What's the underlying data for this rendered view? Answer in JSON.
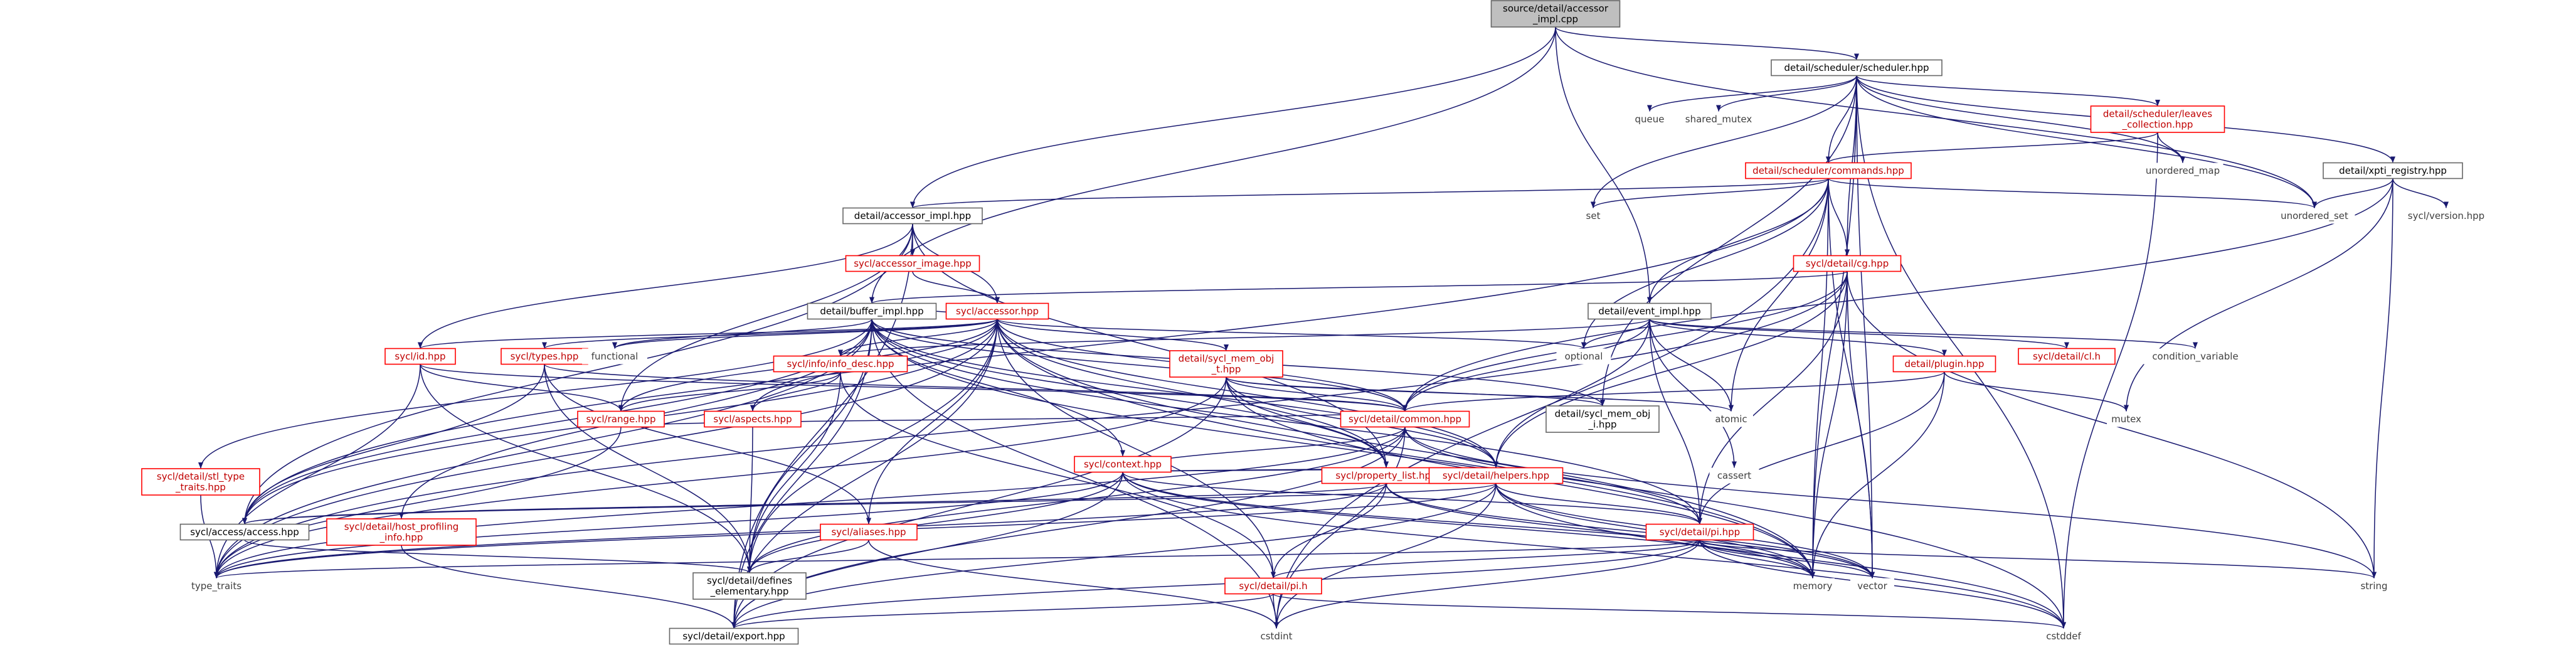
{
  "colors": {
    "edge": "#191970",
    "text_normal": "#000000",
    "text_link": "#000000",
    "text_missing": "#c00000",
    "box_normal": "#666666",
    "box_missing": "#ff0000",
    "root_fill": "#bfbfbf",
    "box_fill": "#ffffff"
  },
  "nodes": [
    {
      "id": "root",
      "lines": [
        "source/detail/accessor",
        "_impl.cpp"
      ],
      "style": "root"
    },
    {
      "id": "sched",
      "lines": [
        "detail/scheduler/scheduler.hpp"
      ],
      "style": "boxed"
    },
    {
      "id": "queue",
      "lines": [
        "queue"
      ],
      "style": "plain"
    },
    {
      "id": "shared_mutex",
      "lines": [
        "shared_mutex"
      ],
      "style": "plain"
    },
    {
      "id": "leaves",
      "lines": [
        "detail/scheduler/leaves",
        "_collection.hpp"
      ],
      "style": "missing"
    },
    {
      "id": "unordered_map",
      "lines": [
        "unordered_map"
      ],
      "style": "plain"
    },
    {
      "id": "commands",
      "lines": [
        "detail/scheduler/commands.hpp"
      ],
      "style": "missing"
    },
    {
      "id": "xpti",
      "lines": [
        "detail/xpti_registry.hpp"
      ],
      "style": "boxed"
    },
    {
      "id": "unordered_set",
      "lines": [
        "unordered_set"
      ],
      "style": "plain"
    },
    {
      "id": "version",
      "lines": [
        "sycl/version.hpp"
      ],
      "style": "plain"
    },
    {
      "id": "set",
      "lines": [
        "set"
      ],
      "style": "plain"
    },
    {
      "id": "acc_impl",
      "lines": [
        "detail/accessor_impl.hpp"
      ],
      "style": "boxed"
    },
    {
      "id": "acc_image",
      "lines": [
        "sycl/accessor_image.hpp"
      ],
      "style": "missing"
    },
    {
      "id": "cg",
      "lines": [
        "sycl/detail/cg.hpp"
      ],
      "style": "missing"
    },
    {
      "id": "accessor",
      "lines": [
        "sycl/accessor.hpp"
      ],
      "style": "missing"
    },
    {
      "id": "buffer_impl",
      "lines": [
        "detail/buffer_impl.hpp"
      ],
      "style": "boxed"
    },
    {
      "id": "event_impl",
      "lines": [
        "detail/event_impl.hpp"
      ],
      "style": "boxed"
    },
    {
      "id": "optional",
      "lines": [
        "optional"
      ],
      "style": "plain"
    },
    {
      "id": "cl_h",
      "lines": [
        "sycl/detail/cl.h"
      ],
      "style": "missing"
    },
    {
      "id": "condvar",
      "lines": [
        "condition_variable"
      ],
      "style": "plain"
    },
    {
      "id": "id_hpp",
      "lines": [
        "sycl/id.hpp"
      ],
      "style": "missing"
    },
    {
      "id": "types_hpp",
      "lines": [
        "sycl/types.hpp"
      ],
      "style": "missing"
    },
    {
      "id": "functional",
      "lines": [
        "functional"
      ],
      "style": "plain"
    },
    {
      "id": "info_desc",
      "lines": [
        "sycl/info/info_desc.hpp"
      ],
      "style": "missing"
    },
    {
      "id": "sycl_mem_obj_t",
      "lines": [
        "detail/sycl_mem_obj",
        "_t.hpp"
      ],
      "style": "missing"
    },
    {
      "id": "plugin",
      "lines": [
        "detail/plugin.hpp"
      ],
      "style": "missing"
    },
    {
      "id": "mutex",
      "lines": [
        "mutex"
      ],
      "style": "plain"
    },
    {
      "id": "atomic",
      "lines": [
        "atomic"
      ],
      "style": "plain"
    },
    {
      "id": "range",
      "lines": [
        "sycl/range.hpp"
      ],
      "style": "missing"
    },
    {
      "id": "aspects",
      "lines": [
        "sycl/aspects.hpp"
      ],
      "style": "missing"
    },
    {
      "id": "common",
      "lines": [
        "sycl/detail/common.hpp"
      ],
      "style": "missing"
    },
    {
      "id": "sycl_mem_obj_i",
      "lines": [
        "detail/sycl_mem_obj",
        "_i.hpp"
      ],
      "style": "boxed"
    },
    {
      "id": "stl_type",
      "lines": [
        "sycl/detail/stl_type",
        "_traits.hpp"
      ],
      "style": "missing"
    },
    {
      "id": "context",
      "lines": [
        "sycl/context.hpp"
      ],
      "style": "missing"
    },
    {
      "id": "prop_list",
      "lines": [
        "sycl/property_list.hpp"
      ],
      "style": "missing"
    },
    {
      "id": "helpers",
      "lines": [
        "sycl/detail/helpers.hpp"
      ],
      "style": "missing"
    },
    {
      "id": "cassert",
      "lines": [
        "cassert"
      ],
      "style": "plain"
    },
    {
      "id": "access",
      "lines": [
        "sycl/access/access.hpp"
      ],
      "style": "boxed"
    },
    {
      "id": "host_prof",
      "lines": [
        "sycl/detail/host_profiling",
        "_info.hpp"
      ],
      "style": "missing"
    },
    {
      "id": "aliases",
      "lines": [
        "sycl/aliases.hpp"
      ],
      "style": "missing"
    },
    {
      "id": "pi_hpp",
      "lines": [
        "sycl/detail/pi.hpp"
      ],
      "style": "missing"
    },
    {
      "id": "type_traits",
      "lines": [
        "type_traits"
      ],
      "style": "plain"
    },
    {
      "id": "defines",
      "lines": [
        "sycl/detail/defines",
        "_elementary.hpp"
      ],
      "style": "boxed"
    },
    {
      "id": "pi_h",
      "lines": [
        "sycl/detail/pi.h"
      ],
      "style": "missing"
    },
    {
      "id": "memory",
      "lines": [
        "memory"
      ],
      "style": "plain"
    },
    {
      "id": "vector",
      "lines": [
        "vector"
      ],
      "style": "plain"
    },
    {
      "id": "string",
      "lines": [
        "string"
      ],
      "style": "plain"
    },
    {
      "id": "export",
      "lines": [
        "sycl/detail/export.hpp"
      ],
      "style": "boxed"
    },
    {
      "id": "cstdint",
      "lines": [
        "cstdint"
      ],
      "style": "plain"
    },
    {
      "id": "cstddef",
      "lines": [
        "cstddef"
      ],
      "style": "plain"
    }
  ],
  "edges": [
    [
      "root",
      "sched"
    ],
    [
      "root",
      "acc_impl"
    ],
    [
      "root",
      "buffer_impl"
    ],
    [
      "root",
      "event_impl"
    ],
    [
      "root",
      "unordered_set"
    ],
    [
      "sched",
      "queue"
    ],
    [
      "sched",
      "shared_mutex"
    ],
    [
      "sched",
      "leaves"
    ],
    [
      "sched",
      "unordered_map"
    ],
    [
      "sched",
      "commands"
    ],
    [
      "sched",
      "xpti"
    ],
    [
      "sched",
      "unordered_set"
    ],
    [
      "sched",
      "set"
    ],
    [
      "sched",
      "cg"
    ],
    [
      "sched",
      "memory"
    ],
    [
      "sched",
      "vector"
    ],
    [
      "sched",
      "cstddef"
    ],
    [
      "sched",
      "sycl_mem_obj_i"
    ],
    [
      "leaves",
      "commands"
    ],
    [
      "leaves",
      "unordered_map"
    ],
    [
      "leaves",
      "cstddef"
    ],
    [
      "xpti",
      "unordered_set"
    ],
    [
      "xpti",
      "version"
    ],
    [
      "xpti",
      "mutex"
    ],
    [
      "xpti",
      "string"
    ],
    [
      "xpti",
      "common"
    ],
    [
      "commands",
      "acc_impl"
    ],
    [
      "commands",
      "set"
    ],
    [
      "commands",
      "unordered_set"
    ],
    [
      "commands",
      "cg"
    ],
    [
      "commands",
      "event_impl"
    ],
    [
      "commands",
      "optional"
    ],
    [
      "commands",
      "atomic"
    ],
    [
      "commands",
      "access"
    ],
    [
      "commands",
      "memory"
    ],
    [
      "commands",
      "vector"
    ],
    [
      "commands",
      "cstdint"
    ],
    [
      "acc_impl",
      "acc_image"
    ],
    [
      "acc_impl",
      "accessor"
    ],
    [
      "acc_impl",
      "id_hpp"
    ],
    [
      "acc_impl",
      "range"
    ],
    [
      "acc_impl",
      "access"
    ],
    [
      "acc_impl",
      "export"
    ],
    [
      "acc_impl",
      "prop_list"
    ],
    [
      "acc_image",
      "accessor"
    ],
    [
      "cg",
      "buffer_impl"
    ],
    [
      "cg",
      "common"
    ],
    [
      "cg",
      "helpers"
    ],
    [
      "cg",
      "pi_hpp"
    ],
    [
      "cg",
      "string"
    ],
    [
      "cg",
      "vector"
    ],
    [
      "cg",
      "memory"
    ],
    [
      "cg",
      "type_traits"
    ],
    [
      "accessor",
      "buffer_impl"
    ],
    [
      "accessor",
      "id_hpp"
    ],
    [
      "accessor",
      "types_hpp"
    ],
    [
      "accessor",
      "functional"
    ],
    [
      "accessor",
      "info_desc"
    ],
    [
      "accessor",
      "sycl_mem_obj_t"
    ],
    [
      "accessor",
      "common"
    ],
    [
      "accessor",
      "range"
    ],
    [
      "accessor",
      "aspects"
    ],
    [
      "accessor",
      "access"
    ],
    [
      "accessor",
      "defines"
    ],
    [
      "accessor",
      "prop_list"
    ],
    [
      "accessor",
      "helpers"
    ],
    [
      "accessor",
      "aliases"
    ],
    [
      "accessor",
      "pi_h"
    ],
    [
      "accessor",
      "optional"
    ],
    [
      "accessor",
      "type_traits"
    ],
    [
      "accessor",
      "export"
    ],
    [
      "accessor",
      "cstddef"
    ],
    [
      "accessor",
      "memory"
    ],
    [
      "buffer_impl",
      "access"
    ],
    [
      "buffer_impl",
      "stl_type"
    ],
    [
      "buffer_impl",
      "host_prof"
    ],
    [
      "buffer_impl",
      "context"
    ],
    [
      "buffer_impl",
      "sycl_mem_obj_i"
    ],
    [
      "buffer_impl",
      "common"
    ],
    [
      "buffer_impl",
      "prop_list"
    ],
    [
      "buffer_impl",
      "helpers"
    ],
    [
      "buffer_impl",
      "functional"
    ],
    [
      "buffer_impl",
      "type_traits"
    ],
    [
      "buffer_impl",
      "export"
    ],
    [
      "buffer_impl",
      "defines"
    ],
    [
      "buffer_impl",
      "cstdint"
    ],
    [
      "buffer_impl",
      "memory"
    ],
    [
      "buffer_impl",
      "pi_hpp"
    ],
    [
      "event_impl",
      "plugin"
    ],
    [
      "event_impl",
      "cl_h"
    ],
    [
      "event_impl",
      "condvar"
    ],
    [
      "event_impl",
      "optional"
    ],
    [
      "event_impl",
      "atomic"
    ],
    [
      "event_impl",
      "cassert"
    ],
    [
      "event_impl",
      "common"
    ],
    [
      "event_impl",
      "pi_hpp"
    ],
    [
      "event_impl",
      "info_desc"
    ],
    [
      "event_impl",
      "helpers"
    ],
    [
      "plugin",
      "common"
    ],
    [
      "plugin",
      "mutex"
    ],
    [
      "plugin",
      "pi_hpp"
    ],
    [
      "plugin",
      "memory"
    ],
    [
      "id_hpp",
      "range"
    ],
    [
      "id_hpp",
      "common"
    ],
    [
      "id_hpp",
      "type_traits"
    ],
    [
      "id_hpp",
      "defines"
    ],
    [
      "types_hpp",
      "access"
    ],
    [
      "types_hpp",
      "aliases"
    ],
    [
      "types_hpp",
      "common"
    ],
    [
      "types_hpp",
      "defines"
    ],
    [
      "info_desc",
      "range"
    ],
    [
      "info_desc",
      "aspects"
    ],
    [
      "info_desc",
      "pi_h"
    ],
    [
      "info_desc",
      "defines"
    ],
    [
      "sycl_mem_obj_t",
      "common"
    ],
    [
      "sycl_mem_obj_t",
      "sycl_mem_obj_i"
    ],
    [
      "sycl_mem_obj_t",
      "atomic"
    ],
    [
      "sycl_mem_obj_t",
      "prop_list"
    ],
    [
      "sycl_mem_obj_t",
      "helpers"
    ],
    [
      "sycl_mem_obj_t",
      "memory"
    ],
    [
      "sycl_mem_obj_t",
      "type_traits"
    ],
    [
      "sycl_mem_obj_t",
      "export"
    ],
    [
      "range",
      "common"
    ],
    [
      "range",
      "type_traits"
    ],
    [
      "aspects",
      "defines"
    ],
    [
      "common",
      "pi_hpp"
    ],
    [
      "common",
      "export"
    ],
    [
      "common",
      "defines"
    ],
    [
      "common",
      "cstdint"
    ],
    [
      "common",
      "string"
    ],
    [
      "common",
      "type_traits"
    ],
    [
      "context",
      "common"
    ],
    [
      "context",
      "prop_list"
    ],
    [
      "context",
      "helpers"
    ],
    [
      "context",
      "pi_hpp"
    ],
    [
      "context",
      "defines"
    ],
    [
      "context",
      "export"
    ],
    [
      "context",
      "type_traits"
    ],
    [
      "context",
      "memory"
    ],
    [
      "context",
      "vector"
    ],
    [
      "context",
      "cstddef"
    ],
    [
      "prop_list",
      "access"
    ],
    [
      "prop_list",
      "pi_h"
    ],
    [
      "prop_list",
      "type_traits"
    ],
    [
      "prop_list",
      "memory"
    ],
    [
      "prop_list",
      "vector"
    ],
    [
      "helpers",
      "access"
    ],
    [
      "helpers",
      "pi_hpp"
    ],
    [
      "helpers",
      "export"
    ],
    [
      "helpers",
      "memory"
    ],
    [
      "helpers",
      "vector"
    ],
    [
      "helpers",
      "type_traits"
    ],
    [
      "helpers",
      "cstdint"
    ],
    [
      "helpers",
      "cstddef"
    ],
    [
      "stl_type",
      "type_traits"
    ],
    [
      "host_prof",
      "export"
    ],
    [
      "aliases",
      "defines"
    ],
    [
      "aliases",
      "cstdint"
    ],
    [
      "pi_hpp",
      "pi_h"
    ],
    [
      "pi_hpp",
      "export"
    ],
    [
      "pi_hpp",
      "memory"
    ],
    [
      "pi_hpp",
      "vector"
    ],
    [
      "pi_hpp",
      "string"
    ],
    [
      "pi_hpp",
      "type_traits"
    ],
    [
      "pi_hpp",
      "cstdint"
    ],
    [
      "pi_hpp",
      "cstddef"
    ],
    [
      "pi_h",
      "cstdint"
    ],
    [
      "pi_h",
      "cstddef"
    ],
    [
      "pi_h",
      "export"
    ],
    [
      "access",
      "defines"
    ]
  ]
}
